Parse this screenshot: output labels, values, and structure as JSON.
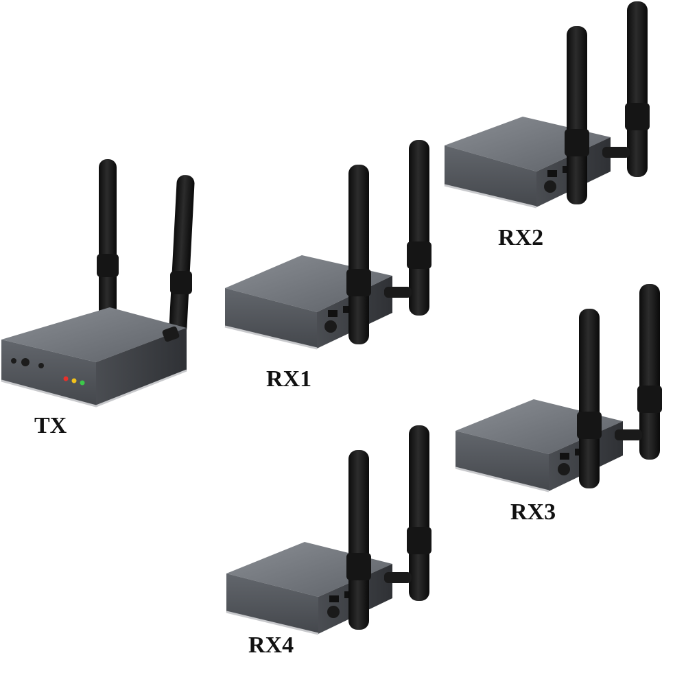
{
  "devices": [
    {
      "id": "tx",
      "label": "TX",
      "role": "transmitter"
    },
    {
      "id": "rx1",
      "label": "RX1",
      "role": "receiver"
    },
    {
      "id": "rx2",
      "label": "RX2",
      "role": "receiver"
    },
    {
      "id": "rx3",
      "label": "RX3",
      "role": "receiver"
    },
    {
      "id": "rx4",
      "label": "RX4",
      "role": "receiver"
    }
  ],
  "colors": {
    "background": "#ffffff",
    "body_top": "#6e7278",
    "body_front": "#55595f",
    "body_side": "#3f4247",
    "antenna": "#1a1a1a",
    "led_red": "#e8302a",
    "led_yellow": "#f2c21b",
    "led_green": "#3cc94a"
  }
}
